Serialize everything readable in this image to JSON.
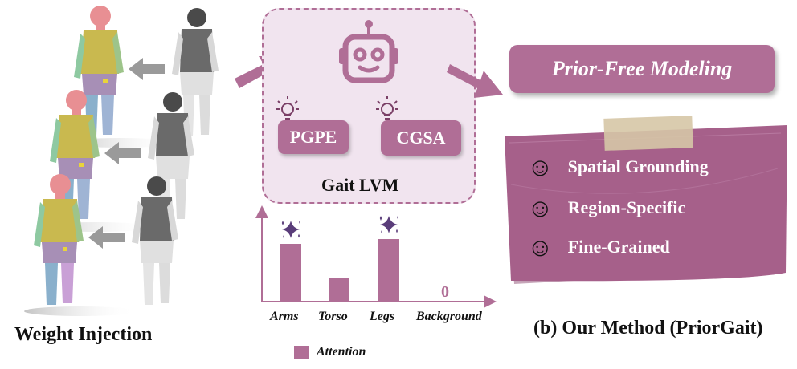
{
  "left_panel": {
    "caption": "Weight Injection"
  },
  "lvm": {
    "title": "Gait LVM",
    "modules": [
      "PGPE",
      "CGSA"
    ]
  },
  "prior_box": {
    "label": "Prior-Free Modeling"
  },
  "note": {
    "items": [
      "Spatial Grounding",
      "Region-Specific",
      "Fine-Grained"
    ]
  },
  "caption_right": "(b) Our Method (PriorGait)",
  "chart_data": {
    "type": "bar",
    "categories": [
      "Arms",
      "Torso",
      "Legs",
      "Background"
    ],
    "values": [
      0.72,
      0.3,
      0.78,
      0
    ],
    "data_labels": [
      "",
      "",
      "",
      "0"
    ],
    "highlighted": [
      "Arms",
      "Legs"
    ],
    "legend": [
      "Attention"
    ],
    "color": "#b06e96"
  },
  "colors": {
    "accent": "#b06e96",
    "lvm_fill": "#f1e4ef",
    "note": "#a6608a"
  }
}
